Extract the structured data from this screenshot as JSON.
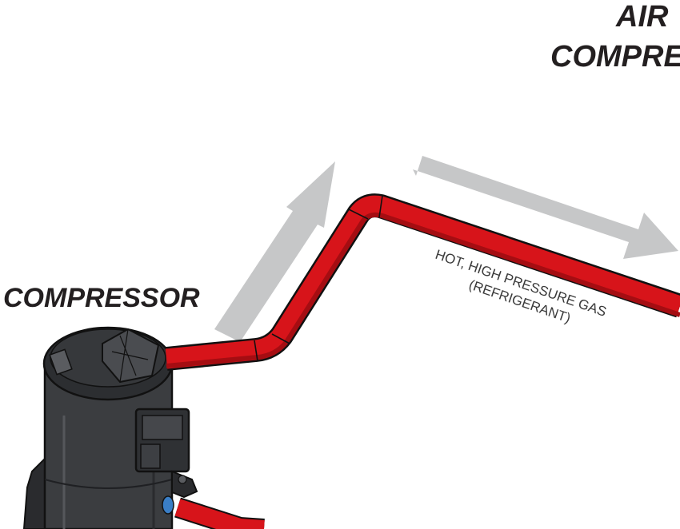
{
  "labels": {
    "air_line1": "AIR",
    "air_line2": "COMPRE",
    "compressor": "COMPRESSOR",
    "gas_line1": "HOT, HIGH PRESSURE GAS",
    "gas_line2": "(REFRIGERANT)"
  },
  "colors": {
    "pipe": "#d7141a",
    "pipe_shade": "#a50d12",
    "arrow": "#c6c7c8",
    "compressor_body": "#3b3d40",
    "compressor_top": "#2c2e31",
    "outline": "#111111",
    "text": "#231f20"
  },
  "icons": {
    "flow_arrow_up": "flow-arrow-icon",
    "flow_arrow_right": "flow-arrow-icon"
  }
}
